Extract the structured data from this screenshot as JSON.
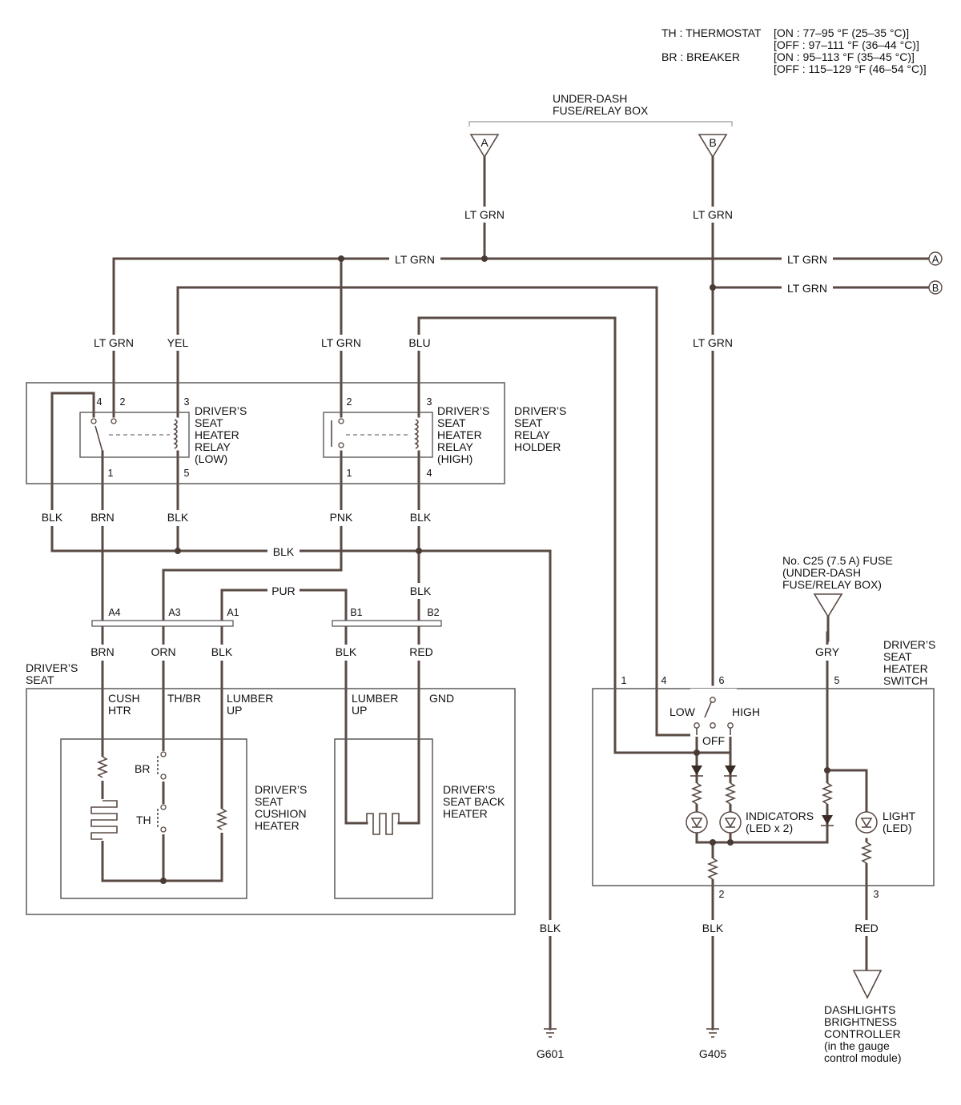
{
  "legend": {
    "th_label": "TH : THERMOSTAT",
    "th_on": "[ON : 77–95 °F (25–35 °C)]",
    "th_off": "[OFF : 97–111 °F (36–44 °C)]",
    "br_label": "BR : BREAKER",
    "br_on": "[ON : 95–113 °F (35–45 °C)]",
    "br_off": "[OFF : 115–129 °F (46–54 °C)]"
  },
  "fuse_box": {
    "title_line1": "UNDER-DASH",
    "title_line2": "FUSE/RELAY BOX",
    "terminal_a": "A",
    "terminal_b": "B"
  },
  "wires": {
    "lt_grn_a_drop": "LT GRN",
    "lt_grn_b_drop": "LT GRN",
    "lt_grn_bus_left": "LT GRN",
    "lt_grn_bus_right_a": "LT GRN",
    "lt_grn_bus_right_b": "LT GRN",
    "lt_grn_relay_low": "LT GRN",
    "yel_relay_low": "YEL",
    "lt_grn_relay_high": "LT GRN",
    "blu_relay_high": "BLU",
    "lt_grn_switch": "LT GRN",
    "blk_1": "BLK",
    "brn_1": "BRN",
    "blk_2": "BLK",
    "pnk_1": "PNK",
    "blk_3": "BLK",
    "blk_bus": "BLK",
    "pur": "PUR",
    "blk_4": "BLK",
    "brn_2": "BRN",
    "orn": "ORN",
    "blk_5": "BLK",
    "blk_6": "BLK",
    "red_1": "RED",
    "gry": "GRY",
    "blk_g601": "BLK",
    "blk_g405": "BLK",
    "red_2": "RED"
  },
  "offpage": {
    "a": "A",
    "b": "B"
  },
  "relay_holder": {
    "label_line1": "DRIVER’S",
    "label_line2": "SEAT",
    "label_line3": "RELAY",
    "label_line4": "HOLDER"
  },
  "relay_low": {
    "line1": "DRIVER’S",
    "line2": "SEAT",
    "line3": "HEATER",
    "line4": "RELAY",
    "line5": "(LOW)",
    "pin4": "4",
    "pin2": "2",
    "pin3": "3",
    "pin1": "1",
    "pin5": "5"
  },
  "relay_high": {
    "line1": "DRIVER’S",
    "line2": "SEAT",
    "line3": "HEATER",
    "line4": "RELAY",
    "line5": "(HIGH)",
    "pin2": "2",
    "pin3": "3",
    "pin1": "1",
    "pin4": "4"
  },
  "connector": {
    "a4": "A4",
    "a3": "A3",
    "a1": "A1",
    "b1": "B1",
    "b2": "B2"
  },
  "seat": {
    "label_line1": "DRIVER’S",
    "label_line2": "SEAT",
    "cush_htr_1": "CUSH",
    "cush_htr_2": "HTR",
    "th_br": "TH/BR",
    "lumber_up_1a": "LUMBER",
    "lumber_up_1b": "UP",
    "lumber_up_2a": "LUMBER",
    "lumber_up_2b": "UP",
    "gnd": "GND",
    "br": "BR",
    "th": "TH",
    "cushion_line1": "DRIVER’S",
    "cushion_line2": "SEAT",
    "cushion_line3": "CUSHION",
    "cushion_line4": "HEATER",
    "back_line1": "DRIVER’S",
    "back_line2": "SEAT BACK",
    "back_line3": "HEATER"
  },
  "fuse_c25": {
    "line1": "No. C25 (7.5 A) FUSE",
    "line2": "(UNDER-DASH",
    "line3": "FUSE/RELAY BOX)"
  },
  "switch": {
    "label_line1": "DRIVER’S",
    "label_line2": "SEAT",
    "label_line3": "HEATER",
    "label_line4": "SWITCH",
    "pin1": "1",
    "pin4": "4",
    "pin6": "6",
    "pin5": "5",
    "pin2": "2",
    "pin3": "3",
    "low": "LOW",
    "high": "HIGH",
    "off": "OFF",
    "indicators_1": "INDICATORS",
    "indicators_2": "(LED x 2)",
    "light_1": "LIGHT",
    "light_2": "(LED)"
  },
  "grounds": {
    "g601": "G601",
    "g405": "G405"
  },
  "dashlights": {
    "line1": "DASHLIGHTS",
    "line2": "BRIGHTNESS",
    "line3": "CONTROLLER",
    "line4": "(in the gauge",
    "line5": "control module)"
  }
}
